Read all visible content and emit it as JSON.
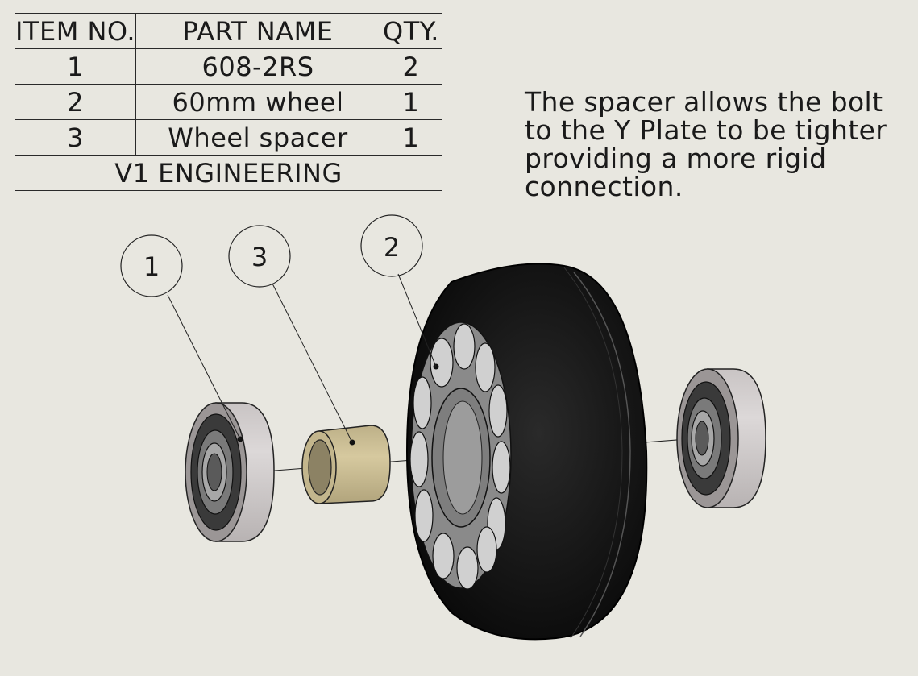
{
  "bom": {
    "headers": {
      "item": "ITEM NO.",
      "part": "PART NAME",
      "qty": "QTY."
    },
    "rows": [
      {
        "item": "1",
        "part": "608-2RS",
        "qty": "2"
      },
      {
        "item": "2",
        "part": "60mm wheel",
        "qty": "1"
      },
      {
        "item": "3",
        "part": "Wheel spacer",
        "qty": "1"
      }
    ],
    "footer": "V1 ENGINEERING"
  },
  "note": {
    "lines": [
      "The spacer allows the bolt",
      "to the Y Plate to be tighter",
      "providing a more rigid",
      "connection."
    ]
  },
  "balloons": [
    {
      "label": "1",
      "part": "608-2RS"
    },
    {
      "label": "3",
      "part": "Wheel spacer"
    },
    {
      "label": "2",
      "part": "60mm wheel"
    }
  ],
  "colors": {
    "background": "#e8e7e0",
    "tire": "#0d0d0d",
    "hub": "#8e8e8e",
    "bearing": "#d3cfcf",
    "spacer": "#cdbf92"
  }
}
